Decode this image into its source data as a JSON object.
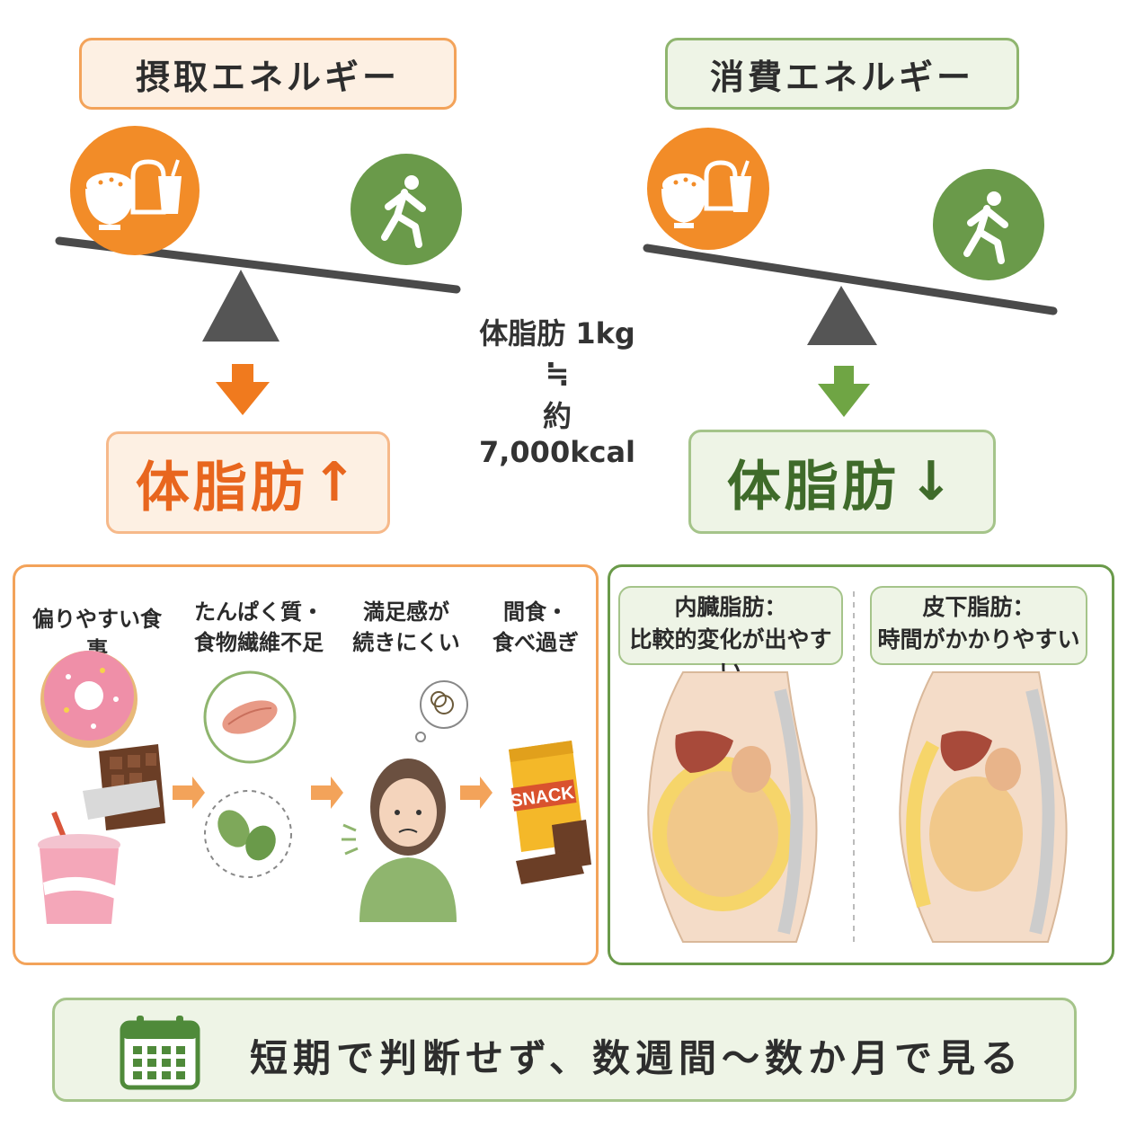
{
  "intake": {
    "title": "摂取エネルギー",
    "result_label": "体脂肪",
    "result_arrow": "↑"
  },
  "expenditure": {
    "title": "消費エネルギー",
    "result_label": "体脂肪",
    "result_arrow": "↓"
  },
  "center_note": {
    "line1": "体脂肪 1kg",
    "symbol": "≒",
    "line2": "約7,000kcal"
  },
  "causes": [
    {
      "line1": "偏りやすい食事",
      "line2": ""
    },
    {
      "line1": "たんぱく質・",
      "line2": "食物繊維不足"
    },
    {
      "line1": "満足感が",
      "line2": "続きにくい"
    },
    {
      "line1": "間食・",
      "line2": "食べ過ぎ"
    }
  ],
  "snack_label": "SNACK",
  "fat_types": [
    {
      "line1": "内臓脂肪：",
      "line2": "比較的変化が出やすい"
    },
    {
      "line1": "皮下脂肪：",
      "line2": "時間がかかりやすい"
    }
  ],
  "footer": {
    "icon": "calendar-icon",
    "text": "短期で判断せず、数週間〜数か月で見る"
  },
  "colors": {
    "orange": "#f28c28",
    "green": "#6a9a4a",
    "dark_green": "#3f6b2a",
    "orange_text": "#e8661e"
  }
}
